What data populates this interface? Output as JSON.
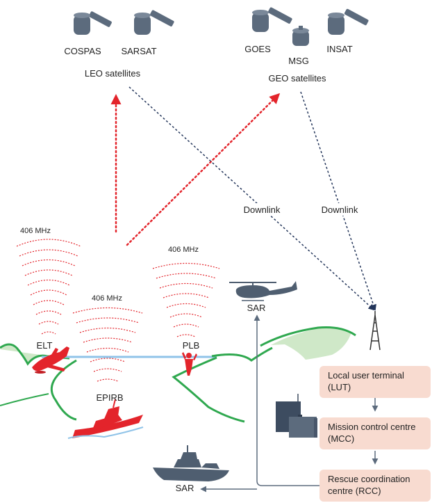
{
  "satellites": {
    "leo": {
      "group_label": "LEO satellites",
      "names": [
        "COSPAS",
        "SARSAT"
      ]
    },
    "geo": {
      "group_label": "GEO satellites",
      "names": [
        "GOES",
        "MSG",
        "INSAT"
      ]
    }
  },
  "downlink_label": "Downlink",
  "frequency_label": "406 MHz",
  "beacons": {
    "elt": "ELT",
    "plb": "PLB",
    "epirb": "EPIRB"
  },
  "sar_label": "SAR",
  "ground_segment": {
    "lut": {
      "line1": "Local user terminal",
      "line2": "(LUT)"
    },
    "mcc": {
      "line1": "Mission control centre",
      "line2": "(MCC)"
    },
    "rcc": {
      "line1": "Rescue coordination",
      "line2": "centre (RCC)"
    }
  },
  "colors": {
    "beacon_red": "#e3242b",
    "satellite_gray": "#5c6b7d",
    "vehicle_gray": "#4f5e70",
    "terrain_green": "#2fa84f",
    "terrain_light": "#cfe8c8",
    "sea_blue": "#8fc3e8",
    "downlink_navy": "#23355a",
    "box_fill": "#f8dbd0"
  }
}
